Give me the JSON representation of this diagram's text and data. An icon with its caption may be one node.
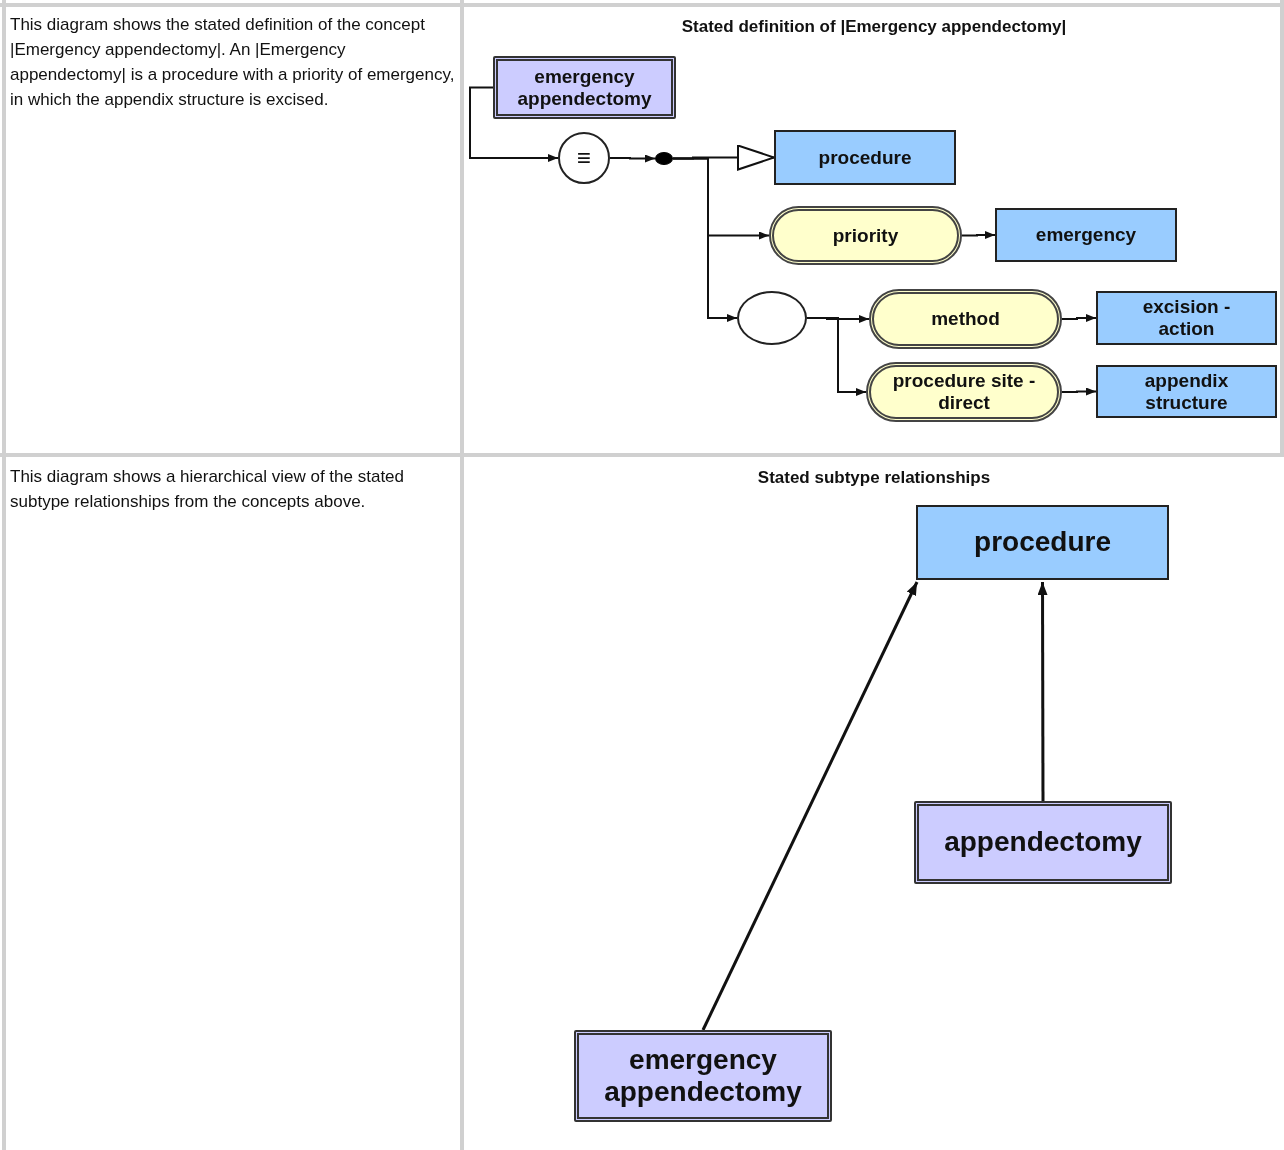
{
  "diagram": {
    "nodes": [
      {
        "text": [
          "emergency appendectomy"
        ]
      },
      {
        "text": [
          "≡"
        ]
      },
      {
        "text": [],
        "shape": "circle"
      },
      {
        "text": [
          "procedure"
        ]
      },
      {
        "text": [
          "priority"
        ]
      },
      {
        "text": [
          "emergency"
        ]
      },
      {
        "text": [],
        "shape": "circle"
      },
      {
        "text": [
          "method"
        ]
      },
      {
        "text": [
          "excision - action"
        ]
      },
      {
        "text": [
          "procedure site - direct"
        ]
      },
      {
        "text": [
          "appendix structure"
        ]
      },
      {
        "text": [
          "procedure"
        ]
      },
      {
        "text": [
          "appendectomy"
        ]
      },
      {
        "text": [
          "emergency appendectomy"
        ]
      }
    ],
    "edges": [
      {
        "from": 0,
        "to": 1,
        "arrow": "to"
      },
      {
        "from": 1,
        "to": 2,
        "arrow": "to"
      },
      {
        "from": 2,
        "to": 3,
        "arrow": "to"
      },
      {
        "from": 2,
        "to": 4,
        "arrow": "to"
      },
      {
        "from": 4,
        "to": 5,
        "arrow": "to"
      },
      {
        "from": 2,
        "to": 6,
        "arrow": "to"
      },
      {
        "from": 6,
        "to": 7,
        "arrow": "to"
      },
      {
        "from": 7,
        "to": 8,
        "arrow": "to"
      },
      {
        "from": 6,
        "to": 9,
        "arrow": "to"
      },
      {
        "from": 9,
        "to": 10,
        "arrow": "to"
      },
      {
        "from": 13,
        "to": 11,
        "arrow": "to"
      },
      {
        "from": 12,
        "to": 11,
        "arrow": "to"
      }
    ],
    "labels": [
      "This diagram shows the stated definition of the concept |Emergency appendectomy|. An |Emergency appendectomy| is a procedure with a priority of emergency, in which the appendix structure is excised.",
      "Stated definition of |Emergency appendectomy|",
      "This diagram shows a hierarchical view of the stated subtype relationships from the concepts above.",
      "Stated subtype relationships"
    ]
  }
}
